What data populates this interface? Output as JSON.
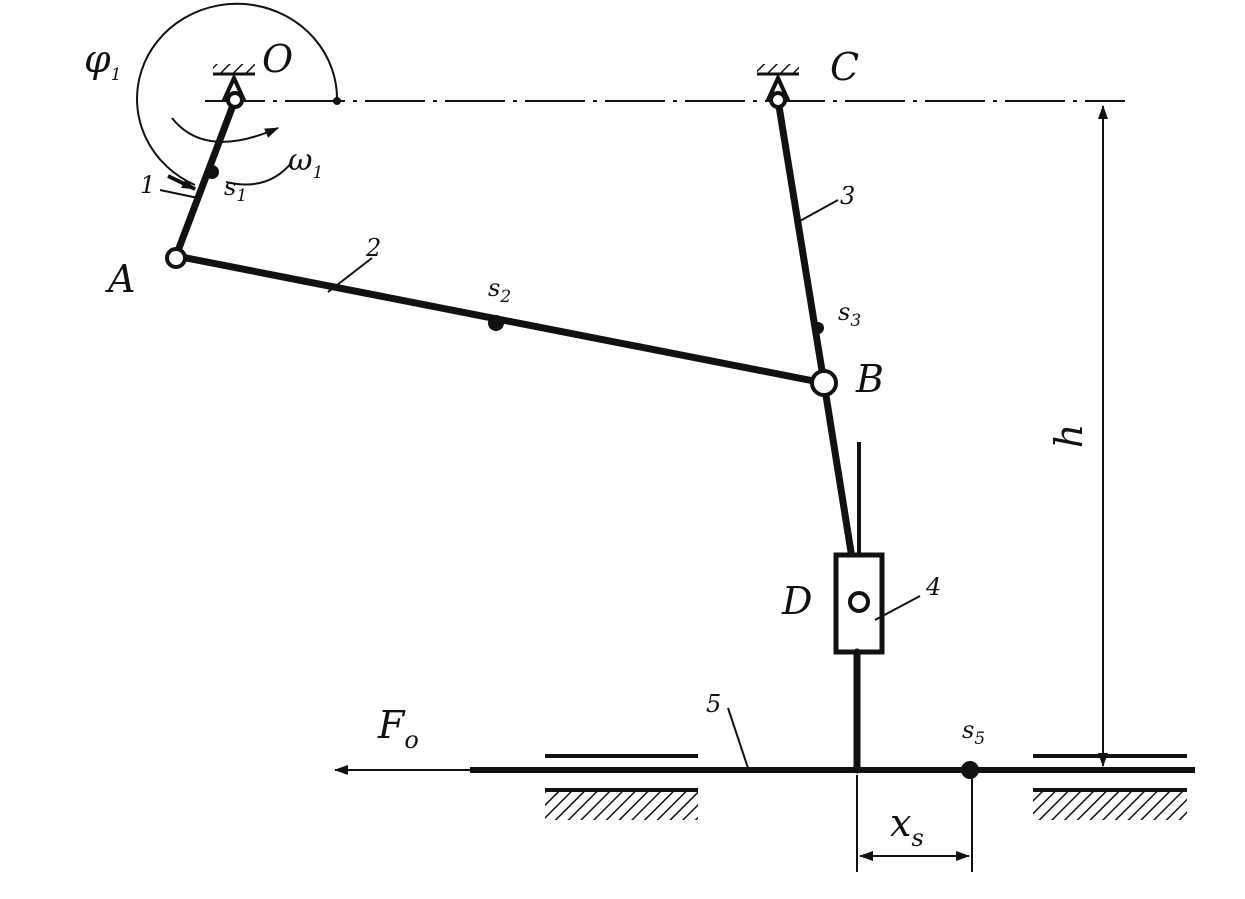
{
  "labels": {
    "phi": "φ",
    "phi_sub": "1",
    "omega": "ω",
    "omega_sub": "1",
    "O": "O",
    "C": "C",
    "A": "A",
    "B": "B",
    "D": "D",
    "link1": "1",
    "link2": "2",
    "link3": "3",
    "link4": "4",
    "link5": "5",
    "s": "s",
    "s1_sub": "1",
    "s2_sub": "2",
    "s3_sub": "3",
    "s5_sub": "5",
    "F": "F",
    "F_sub": "o",
    "h": "h",
    "x": "x",
    "x_sub": "s"
  }
}
